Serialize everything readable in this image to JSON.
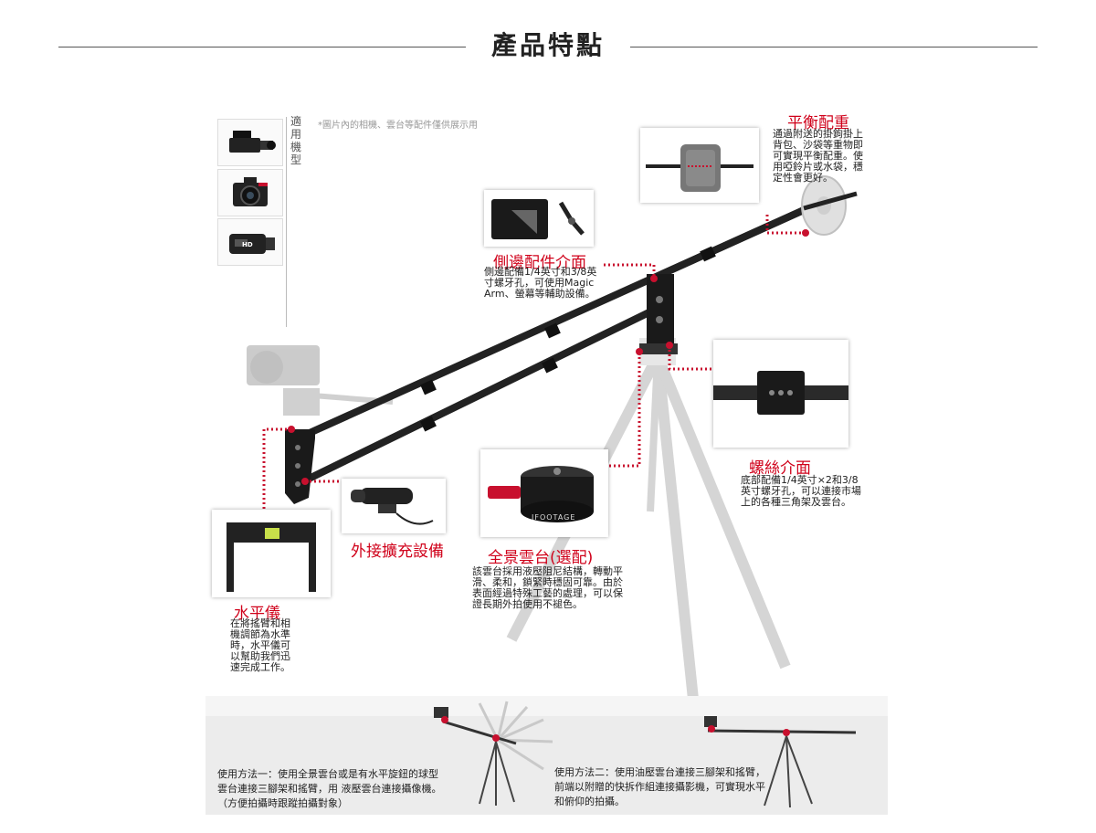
{
  "header": {
    "title": "產品特點"
  },
  "models": {
    "label_chars": [
      "適",
      "用",
      "機",
      "型"
    ],
    "disclaimer": "*圖片內的相機、雲台等配件僅供展示用",
    "camcorder_badge": "HD"
  },
  "counterweight": {
    "title": "平衡配重",
    "desc": "通過附送的掛鉤掛上背包、沙袋等重物即可實現平衡配重。使用啞鈴片或水袋，穩定性會更好。"
  },
  "side_mount": {
    "title": "側邊配件介面",
    "desc": "側邊配備1/4英寸和3/8英寸螺牙孔，可使用Magic Arm、螢幕等輔助設備。"
  },
  "screw": {
    "title": "螺絲介面",
    "desc": "底部配備1/4英寸×2和3/8英寸螺牙孔，可以連接市場上的各種三角架及雲台。"
  },
  "external": {
    "title": "外接擴充設備"
  },
  "panorama": {
    "title": "全景雲台(選配)",
    "desc": "該雲台採用液壓阻尼結構，轉動平滑、柔和，鎖緊時穩固可靠。由於表面經過特殊工藝的處理，可以保證長期外拍使用不褪色。",
    "brand": "IFOOTAGE"
  },
  "level": {
    "title": "水平儀",
    "desc": "在將搖臂和相機調節為水準時，水平儀可以幫助我們迅速完成工作。"
  },
  "usage": {
    "method1": [
      "使用方法一：使用全景雲台或是有水平旋鈕的球型",
      "雲台連接三腳架和搖臂，用 液壓雲台連接攝像機。",
      "（方便拍攝時跟蹤拍攝對象）"
    ],
    "method2": [
      "使用方法二：使用油壓雲台連接三腳架和搖臂，",
      "前端以附贈的快拆作組連接攝影機，可實現水平",
      "和俯仰的拍攝。"
    ]
  },
  "colors": {
    "accent": "#d0021b",
    "text": "#222222",
    "muted": "#999999"
  }
}
